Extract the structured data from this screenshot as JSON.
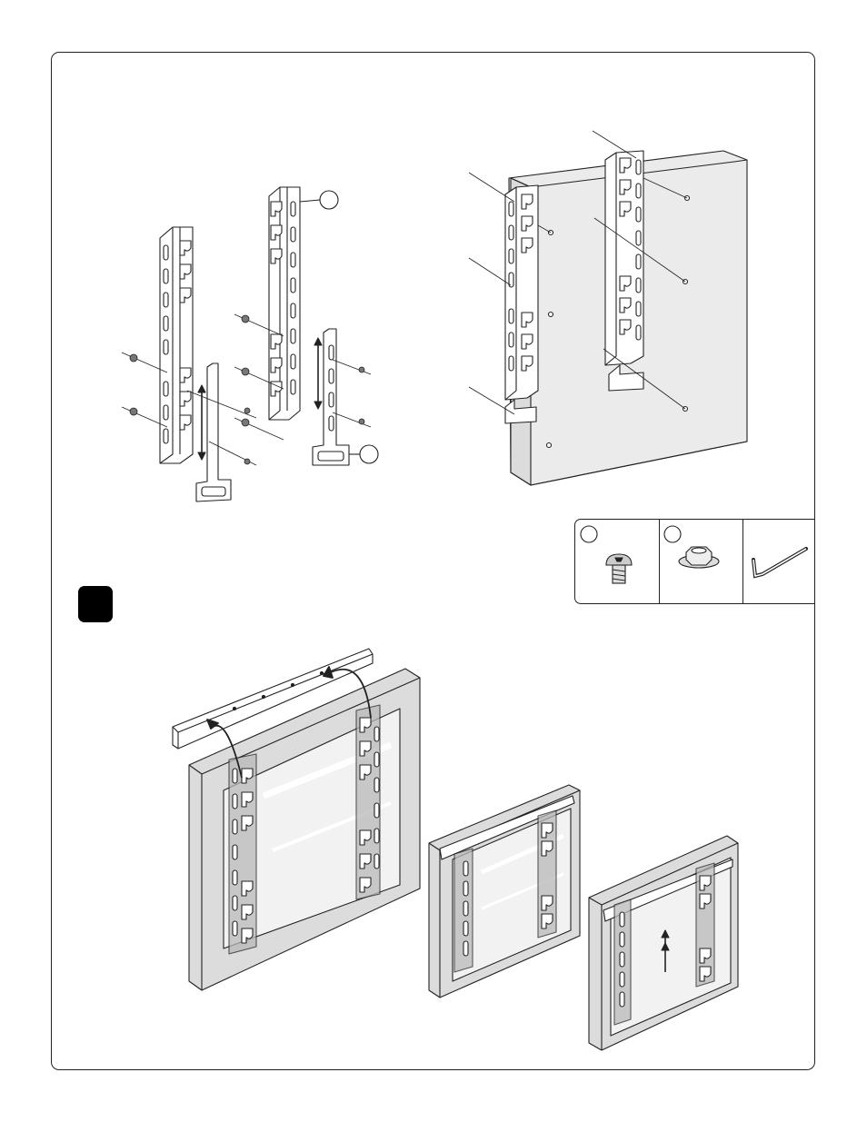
{
  "colors": {
    "line": "#222222",
    "screen": "#ebebeb",
    "bezel": "#dcdcdc",
    "bracket_fill": "#ffffff",
    "bracket_shade": "#b9b9b9",
    "step_badge": "#000000"
  },
  "step_badge": {
    "label": ""
  },
  "parts": [
    {
      "name": "screw",
      "icon": "screw-icon",
      "label": ""
    },
    {
      "name": "nut",
      "icon": "hex-nut-icon",
      "label": ""
    },
    {
      "name": "hex-key",
      "icon": "hex-key-icon",
      "label": ""
    }
  ],
  "callouts": {
    "bracket_a": "",
    "bracket_b": ""
  }
}
